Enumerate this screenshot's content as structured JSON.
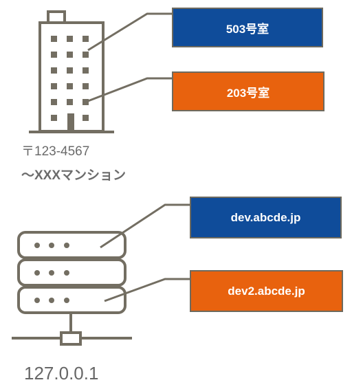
{
  "colors": {
    "icon": "#736e62",
    "blue": "#0f4c9a",
    "orange": "#e8620e",
    "border": "#6e6a5e",
    "text": "#6b6b6b"
  },
  "building": {
    "icon": "office-building-icon",
    "labels": [
      "503号室",
      "203号室"
    ],
    "postal": "〒123-4567",
    "name": "〜XXXマンション"
  },
  "server": {
    "icon": "server-rack-icon",
    "labels": [
      "dev.abcde.jp",
      "dev2.abcde.jp"
    ],
    "ip": "127.0.0.1"
  }
}
